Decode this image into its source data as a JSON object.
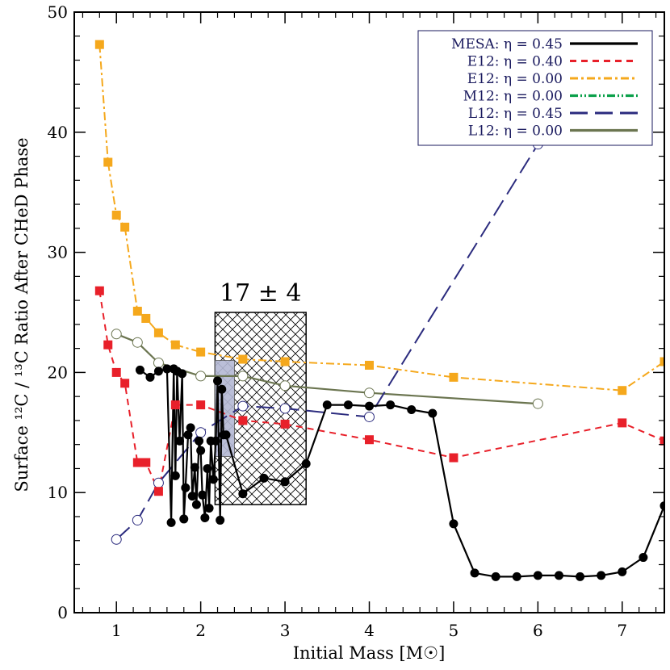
{
  "chart_data": {
    "type": "line",
    "xlabel": "Initial Mass [M☉]",
    "ylabel": "Surface ¹²C / ¹³C Ratio After CHeD Phase",
    "xlim": [
      0.5,
      7.5
    ],
    "ylim": [
      0,
      50
    ],
    "xticks": [
      1,
      2,
      3,
      4,
      5,
      6,
      7
    ],
    "yticks": [
      0,
      10,
      20,
      30,
      40,
      50
    ],
    "grid": false,
    "legend_position": "top-right",
    "colors": {
      "mesa": "#000000",
      "e12_040": "#e8202a",
      "e12_000": "#f5a81c",
      "m12_000": "#0aa04a",
      "l12_045": "#2b2b7e",
      "l12_000": "#6b7550",
      "legend_text": "#1a1a5e",
      "band": "#b4b8d4"
    },
    "annotation": {
      "text": "17 ± 4",
      "box_x": [
        2.17,
        3.25
      ],
      "box_y": [
        9,
        25
      ]
    },
    "band": {
      "x": [
        2.17,
        2.4
      ],
      "y": [
        13,
        21
      ]
    },
    "series": [
      {
        "name": "MESA: η = 0.45",
        "key": "mesa",
        "style": "solid",
        "marker": "filled-circle",
        "x": [
          1.28,
          1.4,
          1.5,
          1.6,
          1.65,
          1.68,
          1.7,
          1.72,
          1.75,
          1.78,
          1.8,
          1.82,
          1.85,
          1.88,
          1.9,
          1.93,
          1.95,
          1.98,
          2.0,
          2.02,
          2.05,
          2.08,
          2.1,
          2.12,
          2.15,
          2.18,
          2.2,
          2.23,
          2.25,
          2.27,
          2.3,
          2.5,
          2.75,
          3.0,
          3.25,
          3.5,
          3.75,
          4.0,
          4.25,
          4.5,
          4.75,
          5.0,
          5.25,
          5.5,
          5.75,
          6.0,
          6.25,
          6.5,
          6.75,
          7.0,
          7.25,
          7.5
        ],
        "y": [
          20.2,
          19.6,
          20.1,
          20.3,
          7.5,
          20.3,
          11.4,
          20.1,
          14.3,
          19.9,
          7.8,
          10.4,
          14.8,
          15.4,
          9.7,
          12.1,
          9.0,
          14.3,
          13.5,
          9.8,
          7.9,
          12.0,
          8.7,
          14.3,
          11.1,
          14.3,
          19.3,
          7.7,
          18.6,
          14.8,
          14.8,
          9.9,
          11.2,
          10.9,
          12.4,
          17.3,
          17.3,
          17.2,
          17.3,
          16.9,
          16.6,
          7.4,
          3.3,
          3.0,
          3.0,
          3.1,
          3.1,
          3.0,
          3.1,
          3.4,
          4.6,
          8.9
        ]
      },
      {
        "name": "E12: η = 0.40",
        "key": "e12_040",
        "style": "dashed",
        "marker": "filled-square",
        "x": [
          0.8,
          0.9,
          1.0,
          1.1,
          1.25,
          1.35,
          1.5,
          1.7,
          2.0,
          2.5,
          3.0,
          4.0,
          5.0,
          7.0,
          7.5
        ],
        "y": [
          26.8,
          22.3,
          20.0,
          19.1,
          12.5,
          12.5,
          10.1,
          17.3,
          17.3,
          16.0,
          15.7,
          14.4,
          12.9,
          15.8,
          14.3
        ]
      },
      {
        "name": "E12: η = 0.00",
        "key": "e12_000",
        "style": "dashdot",
        "marker": "filled-square",
        "x": [
          0.8,
          0.9,
          1.0,
          1.1,
          1.25,
          1.35,
          1.5,
          1.7,
          2.0,
          2.5,
          3.0,
          4.0,
          5.0,
          7.0,
          7.5
        ],
        "y": [
          47.3,
          37.5,
          33.1,
          32.1,
          25.1,
          24.5,
          23.3,
          22.3,
          21.7,
          21.1,
          20.9,
          20.6,
          19.6,
          18.5,
          20.9
        ]
      },
      {
        "name": "M12: η = 0.00",
        "key": "m12_000",
        "style": "dashdotdot",
        "marker": "none",
        "x": [],
        "y": []
      },
      {
        "name": "L12: η = 0.45",
        "key": "l12_045",
        "style": "longdash",
        "marker": "open-circle",
        "x": [
          1.0,
          1.25,
          1.5,
          2.0,
          2.5,
          3.0,
          4.0,
          6.0
        ],
        "y": [
          6.1,
          7.7,
          10.8,
          15.0,
          17.2,
          17.0,
          16.3,
          39.0
        ]
      },
      {
        "name": "L12: η = 0.00",
        "key": "l12_000",
        "style": "solid",
        "marker": "open-circle",
        "x": [
          1.0,
          1.25,
          1.5,
          2.0,
          2.5,
          3.0,
          4.0,
          6.0
        ],
        "y": [
          23.2,
          22.5,
          20.8,
          19.7,
          19.7,
          18.9,
          18.3,
          17.4
        ]
      }
    ]
  }
}
